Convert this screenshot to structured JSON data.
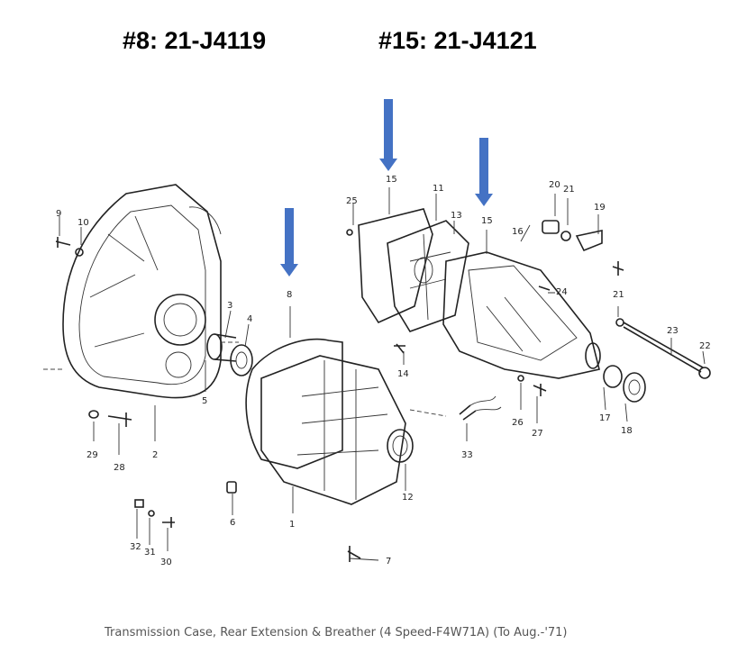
{
  "headings": {
    "left": "#8: 21-J4119",
    "right": "#15:  21-J4121"
  },
  "caption": "Transmission Case, Rear Extension & Breather (4 Speed-F4W71A) (To Aug.-'71)",
  "colors": {
    "arrow": "#4472c4"
  },
  "callouts": {
    "c1": "1",
    "c2": "2",
    "c3": "3",
    "c4": "4",
    "c5": "5",
    "c6": "6",
    "c7": "7",
    "c8": "8",
    "c9": "9",
    "c10": "10",
    "c11": "11",
    "c12": "12",
    "c13": "13",
    "c14": "14",
    "c15a": "15",
    "c15b": "15",
    "c16": "16",
    "c17": "17",
    "c18": "18",
    "c19": "19",
    "c20": "20",
    "c21a": "21",
    "c21b": "21",
    "c22": "22",
    "c23": "23",
    "c24": "24",
    "c25": "25",
    "c26": "26",
    "c27": "27",
    "c28": "28",
    "c29": "29",
    "c30": "30",
    "c31": "31",
    "c32": "32",
    "c33": "33"
  }
}
